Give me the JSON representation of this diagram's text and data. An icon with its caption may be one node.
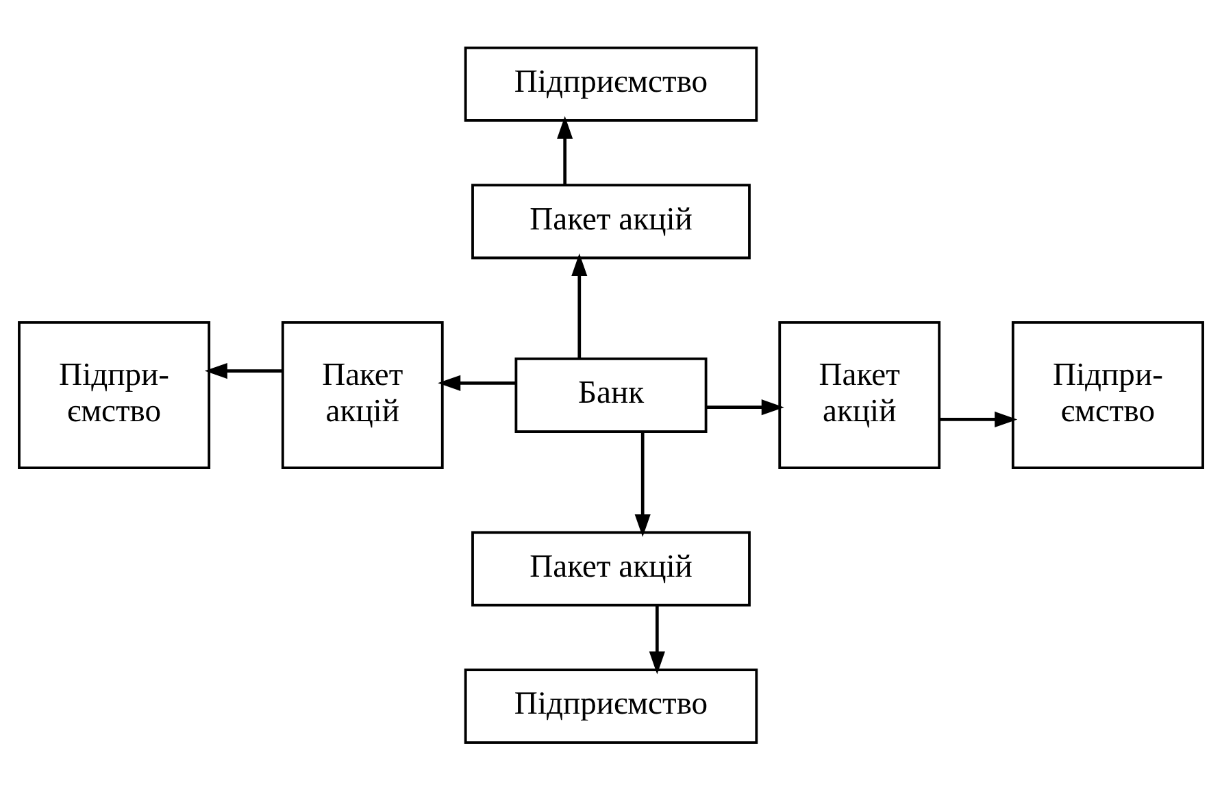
{
  "diagram": {
    "nodes": [
      {
        "text": [
          "Банк"
        ]
      },
      {
        "text": [
          "Пакет акцій"
        ]
      },
      {
        "text": [
          "Підприємство"
        ]
      },
      {
        "text": [
          "Пакет акцій"
        ]
      },
      {
        "text": [
          "Підпри-ємство"
        ]
      },
      {
        "text": [
          "Пакет акцій"
        ]
      },
      {
        "text": [
          "Підпри-ємство"
        ]
      },
      {
        "text": [
          "Пакет акцій"
        ]
      },
      {
        "text": [
          "Підприємство"
        ]
      }
    ],
    "edges": [
      {
        "from": 0,
        "to": 1,
        "arrow": "to"
      },
      {
        "from": 1,
        "to": 2,
        "arrow": "to"
      },
      {
        "from": 0,
        "to": 3,
        "arrow": "to"
      },
      {
        "from": 3,
        "to": 4,
        "arrow": "to"
      },
      {
        "from": 0,
        "to": 5,
        "arrow": "to"
      },
      {
        "from": 5,
        "to": 6,
        "arrow": "to"
      },
      {
        "from": 0,
        "to": 7,
        "arrow": "to"
      },
      {
        "from": 7,
        "to": 8,
        "arrow": "to"
      }
    ]
  }
}
